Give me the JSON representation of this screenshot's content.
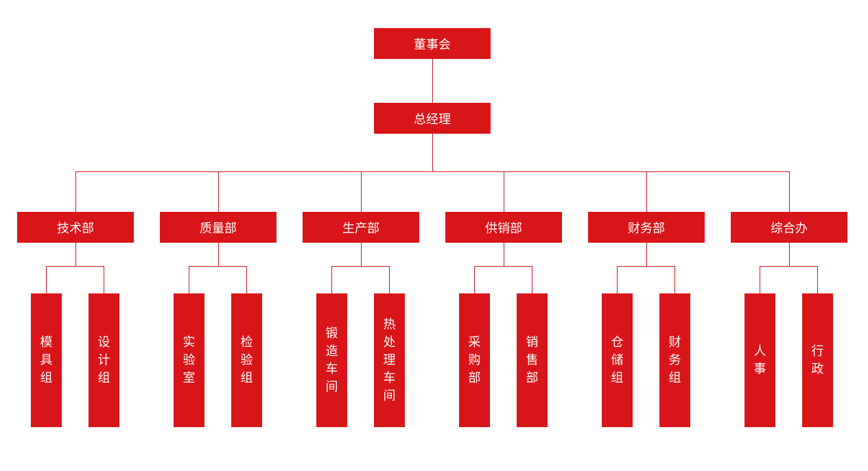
{
  "top": {
    "label": "董事会"
  },
  "manager": {
    "label": "总经理"
  },
  "departments": [
    {
      "label": "技术部",
      "children": [
        {
          "label": "模具组"
        },
        {
          "label": "设计组"
        }
      ]
    },
    {
      "label": "质量部",
      "children": [
        {
          "label": "实验室"
        },
        {
          "label": "检验组"
        }
      ]
    },
    {
      "label": "生产部",
      "children": [
        {
          "label": "锻造车间"
        },
        {
          "label": "热处理车间"
        }
      ]
    },
    {
      "label": "供销部",
      "children": [
        {
          "label": "采购部"
        },
        {
          "label": "销售部"
        }
      ]
    },
    {
      "label": "财务部",
      "children": [
        {
          "label": "仓储组"
        },
        {
          "label": "财务组"
        }
      ]
    },
    {
      "label": "综合办",
      "children": [
        {
          "label": "人事"
        },
        {
          "label": "行政"
        }
      ]
    }
  ],
  "colors": {
    "box": "#d81519",
    "line": "#c81a1f",
    "text": "#ffffff"
  }
}
